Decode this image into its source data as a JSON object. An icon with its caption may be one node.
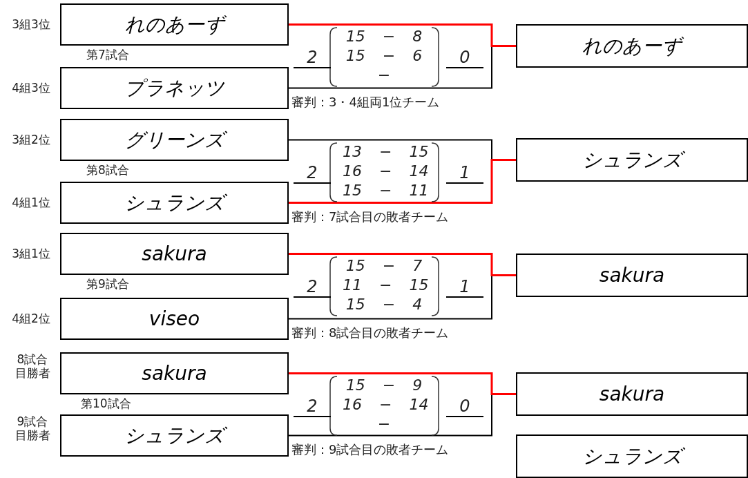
{
  "diagram": {
    "nodes": [
      {
        "text": [
          "れのあーず"
        ],
        "beside": [
          "3組3位"
        ]
      },
      {
        "text": [
          "プラネッツ"
        ],
        "beside": [
          "4組3位"
        ]
      },
      {
        "text": [
          "れのあーず"
        ]
      },
      {
        "text": [
          "グリーンズ"
        ],
        "beside": [
          "3組2位"
        ]
      },
      {
        "text": [
          "シュランズ"
        ],
        "beside": [
          "4組1位"
        ]
      },
      {
        "text": [
          "シュランズ"
        ]
      },
      {
        "text": [
          "sakura"
        ],
        "beside": [
          "3組1位"
        ]
      },
      {
        "text": [
          "viseo"
        ],
        "beside": [
          "4組2位"
        ]
      },
      {
        "text": [
          "sakura"
        ]
      },
      {
        "text": [
          "sakura"
        ],
        "beside": [
          "8試合目勝者"
        ]
      },
      {
        "text": [
          "シュランズ"
        ],
        "beside": [
          "9試合目勝者"
        ]
      },
      {
        "text": [
          "sakura"
        ]
      },
      {
        "text": [
          "シュランズ"
        ]
      }
    ],
    "edges": [
      {
        "from": 0,
        "to": 2,
        "arrow": "none",
        "color": "#ff0000"
      },
      {
        "from": 1,
        "to": 2,
        "arrow": "none",
        "color": "#000000"
      },
      {
        "from": 3,
        "to": 5,
        "arrow": "none",
        "color": "#000000"
      },
      {
        "from": 4,
        "to": 5,
        "arrow": "none",
        "color": "#ff0000"
      },
      {
        "from": 6,
        "to": 8,
        "arrow": "none",
        "color": "#ff0000"
      },
      {
        "from": 7,
        "to": 8,
        "arrow": "none",
        "color": "#000000"
      },
      {
        "from": 9,
        "to": 11,
        "arrow": "none",
        "color": "#ff0000"
      },
      {
        "from": 10,
        "to": 11,
        "arrow": "none",
        "color": "#000000"
      }
    ],
    "labels": [
      "第7試合",
      "2",
      "15 − 8",
      "15 − 6",
      "−",
      "0",
      "審判：3・4組両1位チーム",
      "第8試合",
      "2",
      "13 − 15",
      "16 − 14",
      "15 − 11",
      "1",
      "審判：7試合目の敗者チーム",
      "第9試合",
      "2",
      "15 − 7",
      "11 − 15",
      "15 − 4",
      "1",
      "審判：8試合目の敗者チーム",
      "第10試合",
      "2",
      "15 − 9",
      "16 − 14",
      "−",
      "0",
      "審判：9試合目の敗者チーム"
    ]
  }
}
